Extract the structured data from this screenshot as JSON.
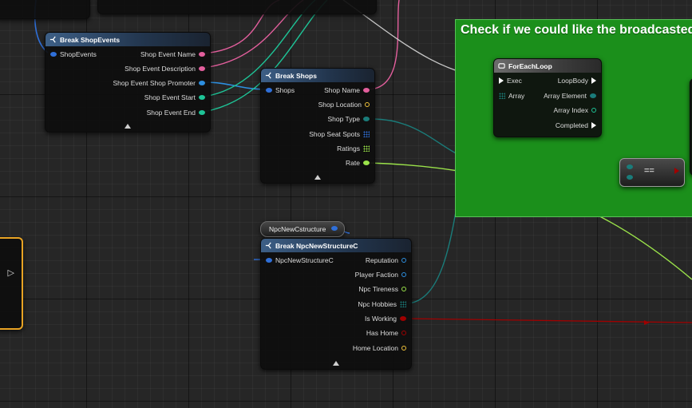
{
  "comment": {
    "title": "Check if we could like the broadcasted"
  },
  "break_shop_events": {
    "title": "Break ShopEvents",
    "input": "ShopEvents",
    "outputs": [
      "Shop Event Name",
      "Shop Event Description",
      "Shop Event Shop Promoter",
      "Shop Event Start",
      "Shop Event End"
    ]
  },
  "break_shops": {
    "title": "Break Shops",
    "input": "Shops",
    "outputs": [
      "Shop Name",
      "Shop Location",
      "Shop Type",
      "Shop Seat Spots",
      "Ratings",
      "Rate"
    ]
  },
  "foreach": {
    "title": "ForEachLoop",
    "inputs": [
      "Exec",
      "Array"
    ],
    "outputs": [
      "LoopBody",
      "Array Element",
      "Array Index",
      "Completed"
    ]
  },
  "equals": {
    "label": "=="
  },
  "npc_var": {
    "label": "NpcNewCstructure"
  },
  "break_npc": {
    "title": "Break NpcNewStructureC",
    "input": "NpcNewStructureC",
    "outputs": [
      "Reputation",
      "Player Faction",
      "Npc Tireness",
      "Npc Hobbies",
      "Is Working",
      "Has Home",
      "Home Location"
    ]
  },
  "colors": {
    "struct": "#2f6fd8",
    "string": "#e35f9d",
    "teal": "#1ec497",
    "bool": "#a00000",
    "float": "#9be34a",
    "name": "#c8c8c8",
    "vector": "#f0c23a",
    "object": "#2d8fe0",
    "comment": "#1b8f1b"
  }
}
